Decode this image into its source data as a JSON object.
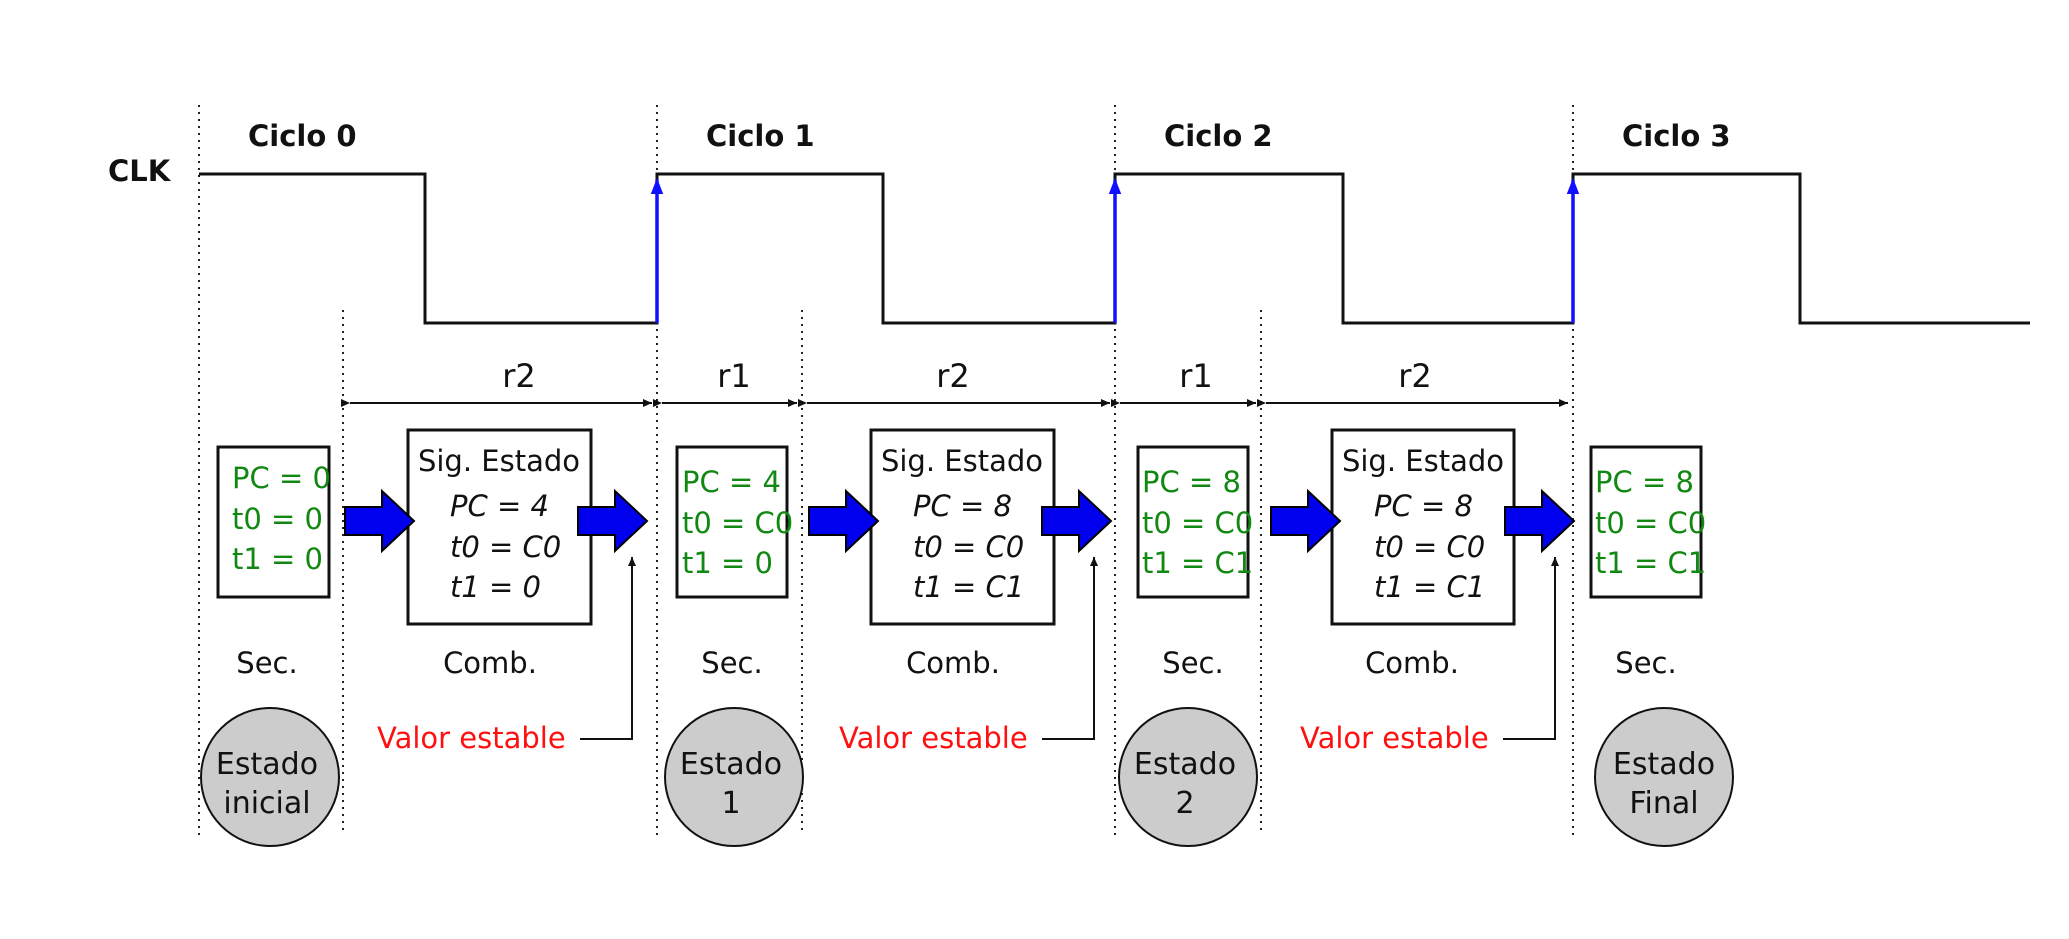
{
  "clk_label": "CLK",
  "cycles": [
    "Ciclo 0",
    "Ciclo 1",
    "Ciclo 2",
    "Ciclo 3"
  ],
  "intervals": [
    "r2",
    "r1",
    "r2",
    "r1",
    "r2"
  ],
  "seq_states": [
    {
      "lines": [
        "PC = 0",
        "t0 = 0",
        "t1 = 0"
      ]
    },
    {
      "lines": [
        "PC = 4",
        "t0 = C0",
        "t1 = 0"
      ]
    },
    {
      "lines": [
        "PC = 8",
        "t0 = C0",
        "t1 = C1"
      ]
    },
    {
      "lines": [
        "PC = 8",
        "t0 = C0",
        "t1 = C1"
      ]
    }
  ],
  "comb_blocks": [
    {
      "title": "Sig. Estado",
      "lines": [
        "PC = 4",
        "t0 = C0",
        "t1 = 0"
      ]
    },
    {
      "title": "Sig. Estado",
      "lines": [
        "PC = 8",
        "t0 = C0",
        "t1 = C1"
      ]
    },
    {
      "title": "Sig. Estado",
      "lines": [
        "PC = 8",
        "t0 = C0",
        "t1 = C1"
      ]
    }
  ],
  "seq_label": "Sec.",
  "comb_label": "Comb.",
  "stable_label": "Valor estable",
  "state_circles": [
    [
      "Estado",
      "inicial"
    ],
    [
      "Estado",
      "1"
    ],
    [
      "Estado",
      "2"
    ],
    [
      "Estado",
      "Final"
    ]
  ],
  "colors": {
    "arrow_fill": "#0000ee",
    "rising_edge": "#1010ff",
    "seq_text": "#118811",
    "stable_text": "#ff1010",
    "circle_fill": "#cccccc"
  }
}
